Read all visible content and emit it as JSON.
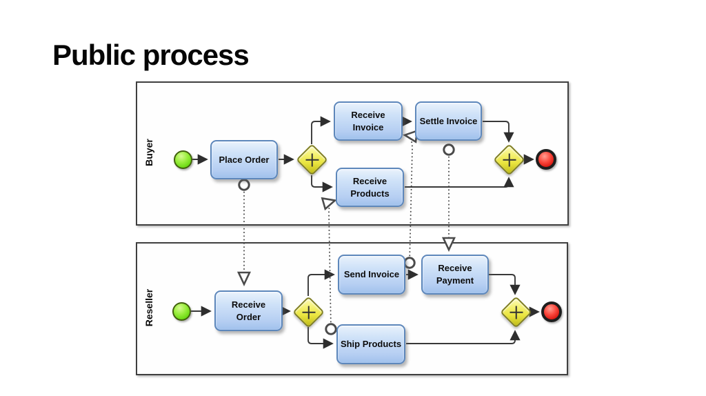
{
  "title": "Public process",
  "diagram": {
    "pools": {
      "buyer": {
        "label": "Buyer"
      },
      "reseller": {
        "label": "Reseller"
      }
    },
    "nodes": {
      "place_order": {
        "type": "task",
        "label": "Place Order"
      },
      "receive_invoice": {
        "type": "task",
        "label": "Receive\nInvoice"
      },
      "settle_invoice": {
        "type": "task",
        "label": "Settle Invoice"
      },
      "receive_products": {
        "type": "task",
        "label": "Receive\nProducts"
      },
      "receive_order": {
        "type": "task",
        "label": "Receive\nOrder"
      },
      "send_invoice": {
        "type": "task",
        "label": "Send Invoice"
      },
      "receive_payment": {
        "type": "task",
        "label": "Receive\nPayment"
      },
      "ship_products": {
        "type": "task",
        "label": "Ship Products"
      },
      "gateway_fork_buyer": {
        "type": "parallel-gateway",
        "icon": "plus-icon"
      },
      "gateway_join_buyer": {
        "type": "parallel-gateway",
        "icon": "plus-icon"
      },
      "gateway_fork_reseller": {
        "type": "parallel-gateway",
        "icon": "plus-icon"
      },
      "gateway_join_reseller": {
        "type": "parallel-gateway",
        "icon": "plus-icon"
      },
      "start_buyer": {
        "type": "start-event"
      },
      "end_buyer": {
        "type": "end-event"
      },
      "start_reseller": {
        "type": "start-event"
      },
      "end_reseller": {
        "type": "end-event"
      }
    },
    "colors": {
      "task_fill_top": "#e9f2fc",
      "task_fill_bottom": "#a0c1ec",
      "task_border": "#5d87bb",
      "gateway_fill": "#f0ec52",
      "gateway_border": "#7f7e22",
      "start_event_fill": "#76dd17",
      "start_event_border": "#41600e",
      "end_event_fill": "#e8251d",
      "end_event_border": "#1e1e1e",
      "flow_line": "#383838",
      "pool_border": "#3f3f3f"
    }
  }
}
